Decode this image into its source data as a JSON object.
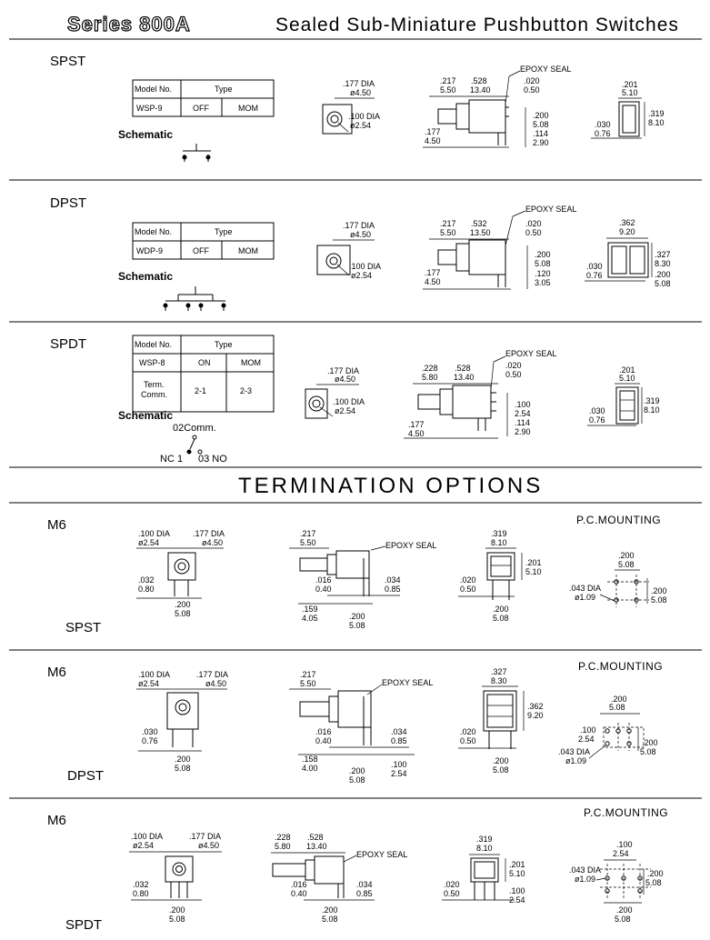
{
  "header": {
    "series": "Series 800A",
    "title": "Sealed Sub-Miniature Pushbutton Switches"
  },
  "sections": {
    "spst": {
      "label": "SPST",
      "table": {
        "h_model": "Model No.",
        "h_type": "Type",
        "model": "WSP-9",
        "t1": "OFF",
        "t2": "MOM"
      },
      "schematic": "Schematic",
      "dims": {
        "d177": ".177 DIA",
        "d450": "ø4.50",
        "d100": ".100 DIA",
        "d254": "ø2.54",
        "d217": ".217",
        "d550": "5.50",
        "d528": ".528",
        "d1340": "13.40",
        "epoxy": "EPOXY SEAL",
        "d020": ".020",
        "d050": "0.50",
        "d200": ".200",
        "d508": "5.08",
        "d114": ".114",
        "d290": "2.90",
        "d177b": ".177",
        "d450b": "4.50",
        "d201": ".201",
        "d510": "5.10",
        "d319": ".319",
        "d810": "8.10",
        "d030": ".030",
        "d076": "0.76"
      }
    },
    "dpst": {
      "label": "DPST",
      "table": {
        "h_model": "Model No.",
        "h_type": "Type",
        "model": "WDP-9",
        "t1": "OFF",
        "t2": "MOM"
      },
      "schematic": "Schematic",
      "dims": {
        "d177": ".177 DIA",
        "d450": "ø4.50",
        "d100": ".100 DIA",
        "d254": "ø2.54",
        "d217": ".217",
        "d550": "5.50",
        "d532": ".532",
        "d1350": "13.50",
        "epoxy": "EPOXY SEAL",
        "d020": ".020",
        "d050": "0.50",
        "d200": ".200",
        "d508": "5.08",
        "d120": ".120",
        "d305": "3.05",
        "d177b": ".177",
        "d450b": "4.50",
        "d362": ".362",
        "d920": "9.20",
        "d327": ".327",
        "d830": "8.30",
        "d200r": ".200",
        "d508r": "5.08",
        "d030": ".030",
        "d076": "0.76"
      }
    },
    "spdt": {
      "label": "SPDT",
      "table": {
        "h_model": "Model No.",
        "h_type": "Type",
        "model": "WSP-8",
        "t1": "ON",
        "t2": "MOM",
        "term": "Term.",
        "comm": "Comm.",
        "v1": "2-1",
        "v2": "2-3"
      },
      "schematic": "Schematic",
      "comm_label": "02Comm.",
      "nc": "NC 1",
      "no": "03 NO",
      "dims": {
        "d177": ".177 DIA",
        "d450": "ø4.50",
        "d100": ".100 DIA",
        "d254": "ø2.54",
        "d228": ".228",
        "d580": "5.80",
        "d528": ".528",
        "d1340": "13.40",
        "epoxy": "EPOXY SEAL",
        "d020": ".020",
        "d050": "0.50",
        "d100b": ".100",
        "d254b": "2.54",
        "d114": ".114",
        "d290": "2.90",
        "d177b": ".177",
        "d450b": "4.50",
        "d201": ".201",
        "d510": "5.10",
        "d319": ".319",
        "d810": "8.10",
        "d030": ".030",
        "d076": "0.76"
      }
    }
  },
  "termination": {
    "title": "TERMINATION OPTIONS",
    "m6_spst": {
      "code": "M6",
      "label": "SPST",
      "pcm": "P.C.MOUNTING",
      "d100": ".100 DIA",
      "d254": "ø2.54",
      "d177": ".177 DIA",
      "d450": "ø4.50",
      "d032": ".032",
      "d080": "0.80",
      "d200": ".200",
      "d508": "5.08",
      "d217": ".217",
      "d550": "5.50",
      "epoxy": "EPOXY SEAL",
      "d016": ".016",
      "d040": "0.40",
      "d034": ".034",
      "d085": "0.85",
      "d159": ".159",
      "d405": "4.05",
      "d200b": ".200",
      "d508b": "5.08",
      "d319": ".319",
      "d810": "8.10",
      "d201": ".201",
      "d510": "5.10",
      "d020": ".020",
      "d050": "0.50",
      "d200c": ".200",
      "d508c": "5.08",
      "p200": ".200",
      "p508": "5.08",
      "p043": ".043 DIA",
      "p109": "ø1.09",
      "p200b": ".200",
      "p508b": "5.08"
    },
    "m6_dpst": {
      "code": "M6",
      "label": "DPST",
      "pcm": "P.C.MOUNTING",
      "d100": ".100 DIA",
      "d254": "ø2.54",
      "d177": ".177 DIA",
      "d450": "ø4.50",
      "d030": ".030",
      "d076": "0.76",
      "d200": ".200",
      "d508": "5.08",
      "d217": ".217",
      "d550": "5.50",
      "epoxy": "EPOXY SEAL",
      "d016": ".016",
      "d040": "0.40",
      "d034": ".034",
      "d085": "0.85",
      "d158": ".158",
      "d400": "4.00",
      "d200b": ".200",
      "d508b": "5.08",
      "d100b": ".100",
      "d254b": "2.54",
      "d327": ".327",
      "d830": "8.30",
      "d362": ".362",
      "d920": "9.20",
      "d020": ".020",
      "d050": "0.50",
      "d200c": ".200",
      "d508c": "5.08",
      "p200": ".200",
      "p508": "5.08",
      "p100": ".100",
      "p254": "2.54",
      "p043": ".043 DIA",
      "p109": "ø1.09",
      "p200b": ".200",
      "p508b": "5.08"
    },
    "m6_spdt": {
      "code": "M6",
      "label": "SPDT",
      "pcm": "P.C.MOUNTING",
      "d100": ".100 DIA",
      "d254": "ø2.54",
      "d177": ".177 DIA",
      "d450": "ø4.50",
      "d032": ".032",
      "d080": "0.80",
      "d200": ".200",
      "d508": "5.08",
      "d228": ".228",
      "d580": "5.80",
      "d528": ".528",
      "d1340": "13.40",
      "epoxy": "EPOXY SEAL",
      "d016": ".016",
      "d040": "0.40",
      "d034": ".034",
      "d085": "0.85",
      "d200b": ".200",
      "d508b": "5.08",
      "d319": ".319",
      "d810": "8.10",
      "d201": ".201",
      "d510": "5.10",
      "d020": ".020",
      "d050": "0.50",
      "d100b": ".100",
      "d254b": "2.54",
      "p100": ".100",
      "p254": "2.54",
      "p043": ".043 DIA",
      "p109": "ø1.09",
      "p200": ".200",
      "p508": "5.08",
      "p200b": ".200",
      "p508b": "5.08"
    }
  }
}
